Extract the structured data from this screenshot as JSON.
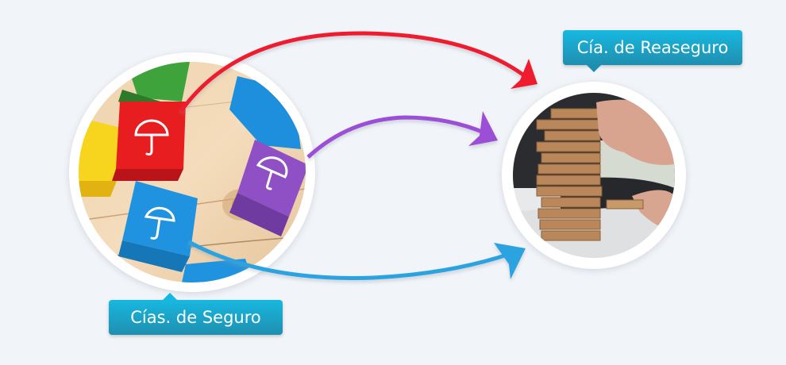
{
  "diagram": {
    "nodes": [
      {
        "id": "insurers",
        "label": "Cías. de Seguro",
        "image": "colored-blocks-with-umbrella-icons"
      },
      {
        "id": "reinsurer",
        "label": "Cía. de Reaseguro",
        "image": "hand-stacking-wooden-block-tower"
      }
    ],
    "edges": [
      {
        "from": "insurers",
        "to": "reinsurer",
        "color": "#ee1c2e",
        "source_block": "red-block"
      },
      {
        "from": "insurers",
        "to": "reinsurer",
        "color": "#9c4fd6",
        "source_block": "purple-block"
      },
      {
        "from": "insurers",
        "to": "reinsurer",
        "color": "#2ba3e0",
        "source_block": "blue-block"
      }
    ]
  },
  "labels": {
    "insurers": "Cías. de Seguro",
    "reinsurer": "Cía. de Reaseguro"
  },
  "colors": {
    "background": "#f1f4f8",
    "label_bg_top": "#17b8e0",
    "label_bg_bottom": "#1f8fb0",
    "arrow_red": "#ee1c2e",
    "arrow_purple": "#9c4fd6",
    "arrow_blue": "#2ba3e0"
  }
}
